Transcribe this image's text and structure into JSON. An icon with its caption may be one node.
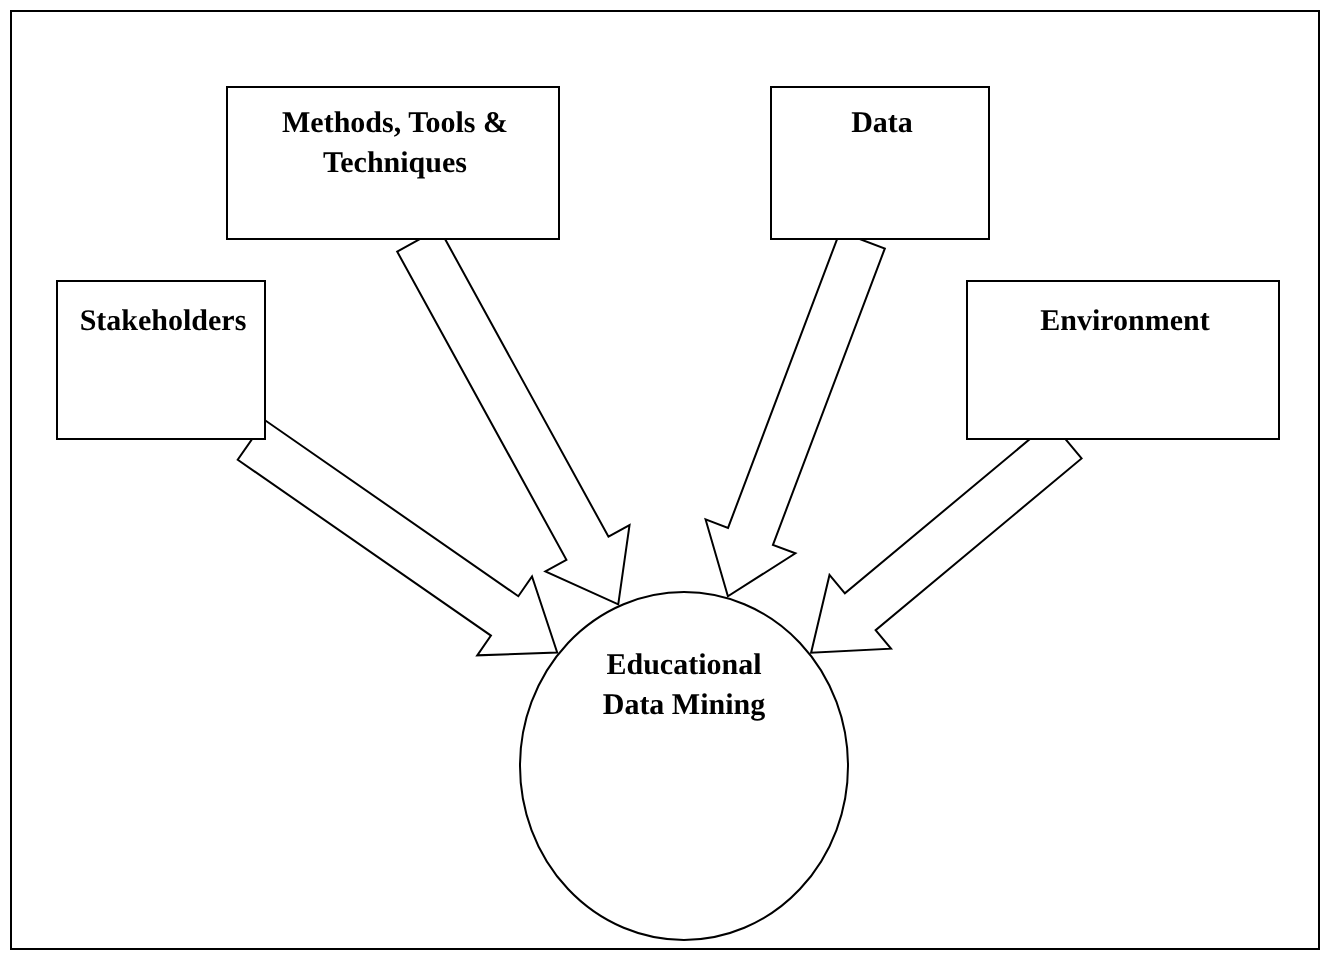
{
  "diagram": {
    "nodes": [
      {
        "text": [
          "Methods, Tools & Techniques"
        ]
      },
      {
        "text": [
          "Data"
        ]
      },
      {
        "text": [
          "Stakeholders"
        ]
      },
      {
        "text": [
          "Environment"
        ]
      },
      {
        "text": [
          "Educational Data Mining"
        ]
      }
    ],
    "edges": [
      {
        "from": 2,
        "to": 4,
        "arrow": "to"
      },
      {
        "from": 0,
        "to": 4,
        "arrow": "to"
      },
      {
        "from": 1,
        "to": 4,
        "arrow": "to"
      },
      {
        "from": 3,
        "to": 4,
        "arrow": "to"
      }
    ]
  }
}
